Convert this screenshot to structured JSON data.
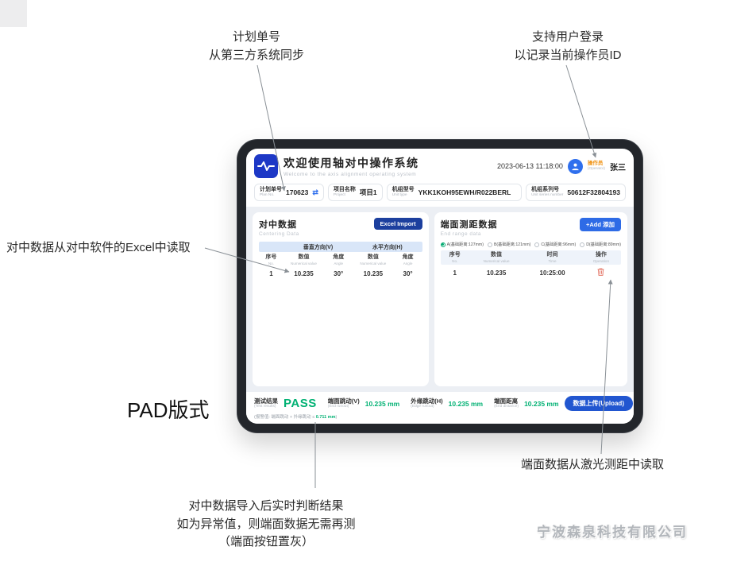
{
  "annotations": {
    "plan_sync": {
      "line1": "计划单号",
      "line2": "从第三方系统同步"
    },
    "login": {
      "line1": "支持用户登录",
      "line2": "以记录当前操作员ID"
    },
    "excel_note": "对中数据从对中软件的Excel中读取",
    "pad_label": "PAD版式",
    "laser_note": "端面数据从激光测距中读取",
    "result_note": {
      "line1": "对中数据导入后实时判断结果",
      "line2": "如为异常值，则端面数据无需再测",
      "line3": "（端面按钮置灰）"
    },
    "watermark": "宁波森泉科技有限公司"
  },
  "icons": {
    "sync": "⇄"
  },
  "tablet": {
    "header": {
      "title": "欢迎使用轴对中操作系统",
      "subtitle": "Welcome to the axis alignment operating system",
      "datetime": "2023-06-13 11:18:00",
      "role": "操作员",
      "role_en": "(Operator)",
      "username": "张三"
    },
    "fields": [
      {
        "label": "计划单号",
        "label_en": "Plan No.",
        "value": "170623"
      },
      {
        "label": "项目名称",
        "label_en": "Project",
        "value": "项目1"
      },
      {
        "label": "机组型号",
        "label_en": "Unit type",
        "value": "YKK1KOH95EWH/R022BERL"
      },
      {
        "label": "机组系列号",
        "label_en": "Unit series number",
        "value": "50612F32804193"
      }
    ],
    "centering": {
      "title": "对中数据",
      "subtitle": "Centering  Data",
      "import_button": "Excel Import",
      "group_headers": [
        "垂直方向(V)",
        "水平方向(H)"
      ],
      "columns": [
        {
          "zh": "序号",
          "en": "No."
        },
        {
          "zh": "数值",
          "en": "Numerical value"
        },
        {
          "zh": "角度",
          "en": "Angle"
        },
        {
          "zh": "数值",
          "en": "Numerical value"
        },
        {
          "zh": "角度",
          "en": "Angle"
        }
      ],
      "rows": [
        [
          "1",
          "10.235",
          "30°",
          "10.235",
          "30°"
        ]
      ]
    },
    "end_range": {
      "title": "端面测距数据",
      "subtitle": "End range data",
      "add_button": "+Add 添加",
      "radios": [
        {
          "label": "A(基础距离:127mm)",
          "selected": true
        },
        {
          "label": "B(基础距离:121mm)",
          "selected": false
        },
        {
          "label": "C(基础距离:96mm)",
          "selected": false
        },
        {
          "label": "D(基础距离:89mm)",
          "selected": false
        }
      ],
      "columns": [
        {
          "zh": "序号",
          "en": "No."
        },
        {
          "zh": "数值",
          "en": "Numerical value"
        },
        {
          "zh": "时间",
          "en": "Time"
        },
        {
          "zh": "操作",
          "en": "Operation"
        }
      ],
      "rows": [
        [
          "1",
          "10.235",
          "10:25:00"
        ]
      ]
    },
    "footer": {
      "result_label": "测试结果",
      "result_label_en": "(Test results)",
      "result_value": "PASS",
      "metrics": [
        {
          "zh": "端面跳动(V)",
          "en": "(End runout)",
          "value": "10.235 mm"
        },
        {
          "zh": "外缘跳动(H)",
          "en": "(Edge runout)",
          "value": "10.235 mm"
        },
        {
          "zh": "端面距离",
          "en": "(End distance)",
          "value": "10.235 mm"
        }
      ],
      "upload_button": "数据上传(Upload)",
      "alarm": {
        "prefix": "(报警值: 端面跳动 + 外缘跳动 ≤ ",
        "value": "0.711 mm",
        "suffix": ")"
      }
    }
  }
}
